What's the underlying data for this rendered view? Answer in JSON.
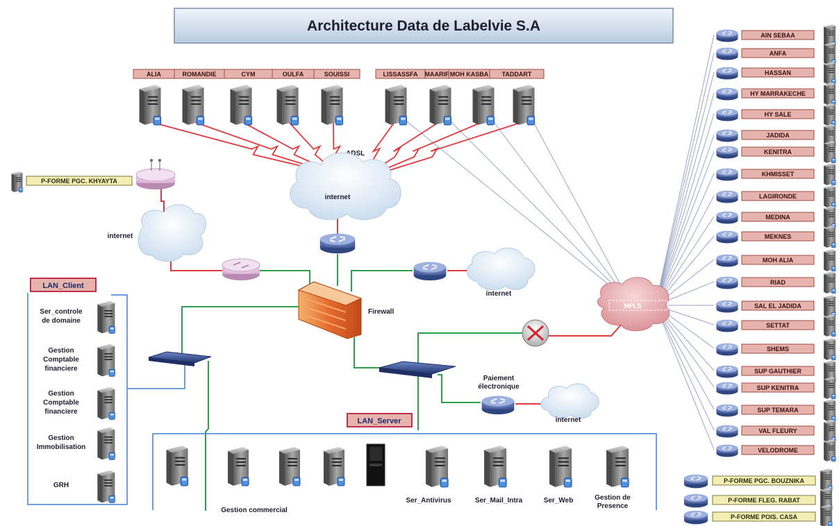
{
  "title": "Architecture Data de Labelvie S.A",
  "colors": {
    "adsl_link": "#e0393e",
    "lan_link": "#2ca04c",
    "mpls_link": "#9aa6c8",
    "lan_border": "#3d7fd9",
    "tag_fill": "#e7b4ad",
    "tag_border": "#9c4a44",
    "yellow_tag": "#f3efb4"
  },
  "adsl": {
    "label": "ADSL",
    "sites_left": [
      "ALIA",
      "ROMANDIE",
      "CYM",
      "OULFA",
      "SOUISSI"
    ],
    "sites_right": [
      "LISSASSFA",
      "MAARIF",
      "MOH KASBA",
      "TADDART"
    ]
  },
  "clouds": {
    "internet_top": "internet",
    "internet_left": "internet",
    "internet_right": "internet",
    "internet_bottom": "internet",
    "mpls": "MPLS"
  },
  "khyayta": {
    "label": "P-FORME PGC. KHYAYTA"
  },
  "firewall": {
    "label": "Firewall"
  },
  "paiement": {
    "label_line1": "Paiement",
    "label_line2": "électronique"
  },
  "lan_client": {
    "title": "LAN_Client",
    "items": [
      {
        "line1": "Ser_controle",
        "line2": "de domaine",
        "line3": ""
      },
      {
        "line1": "Gestion",
        "line2": "Comptable",
        "line3": "financiere"
      },
      {
        "line1": "Gestion",
        "line2": "Comptable",
        "line3": "financiere"
      },
      {
        "line1": "Gestion",
        "line2": "Immobilisation",
        "line3": ""
      },
      {
        "line1": "GRH",
        "line2": "",
        "line3": ""
      }
    ]
  },
  "lan_server": {
    "title": "LAN_Server",
    "gestion_commercial": "Gestion commercial",
    "antivirus": "Ser_Antivirus",
    "mail": "Ser_Mail_Intra",
    "web": "Ser_Web",
    "presence_line1": "Gestion de",
    "presence_line2": "Presence"
  },
  "mpls_sites": [
    "AIN SEBAA",
    "ANFA",
    "HASSAN",
    "HY MARRAKECHE",
    "HY SALE",
    "JADIDA",
    "KENITRA",
    "KHMISSET",
    "LAGIRONDE",
    "MEDINA",
    "MEKNES",
    "MOH ALIA",
    "RIAD",
    "SAL EL JADIDA",
    "SETTAT",
    "SHEMS",
    "SUP GAUTHIER",
    "SUP KENITRA",
    "SUP TEMARA",
    "VAL FLEURY",
    "VELODROME"
  ],
  "platforms": [
    "P-FORME PGC. BOUZNIKA",
    "P-FORME FLEG. RABAT",
    "P-FORME POIS. CASA"
  ]
}
